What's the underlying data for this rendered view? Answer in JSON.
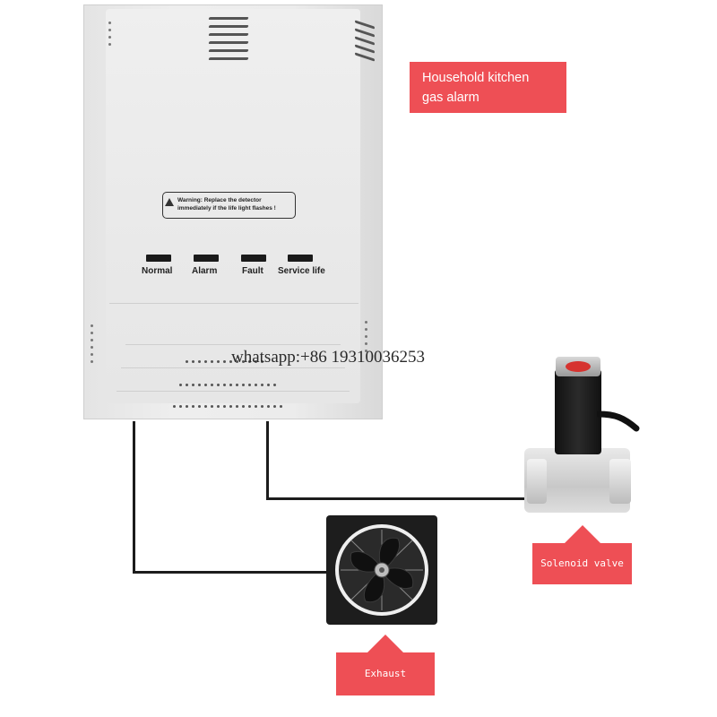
{
  "title_callout": {
    "line1": "Household kitchen",
    "line2": "gas alarm"
  },
  "device": {
    "warning_line1": "Warning: Replace the detector",
    "warning_line2": "immediately if the life light flashes !",
    "indicators": [
      "Normal",
      "Alarm",
      "Fault",
      "Service life"
    ]
  },
  "watermark": "whatsapp:+86 19310036253",
  "callouts": {
    "solenoid_valve": "Solenoid valve",
    "exhaust": "Exhaust"
  },
  "colors": {
    "callout_red": "#ee4f55",
    "panel_gray": "#e8e8e8",
    "wire": "#1c1c1c"
  }
}
